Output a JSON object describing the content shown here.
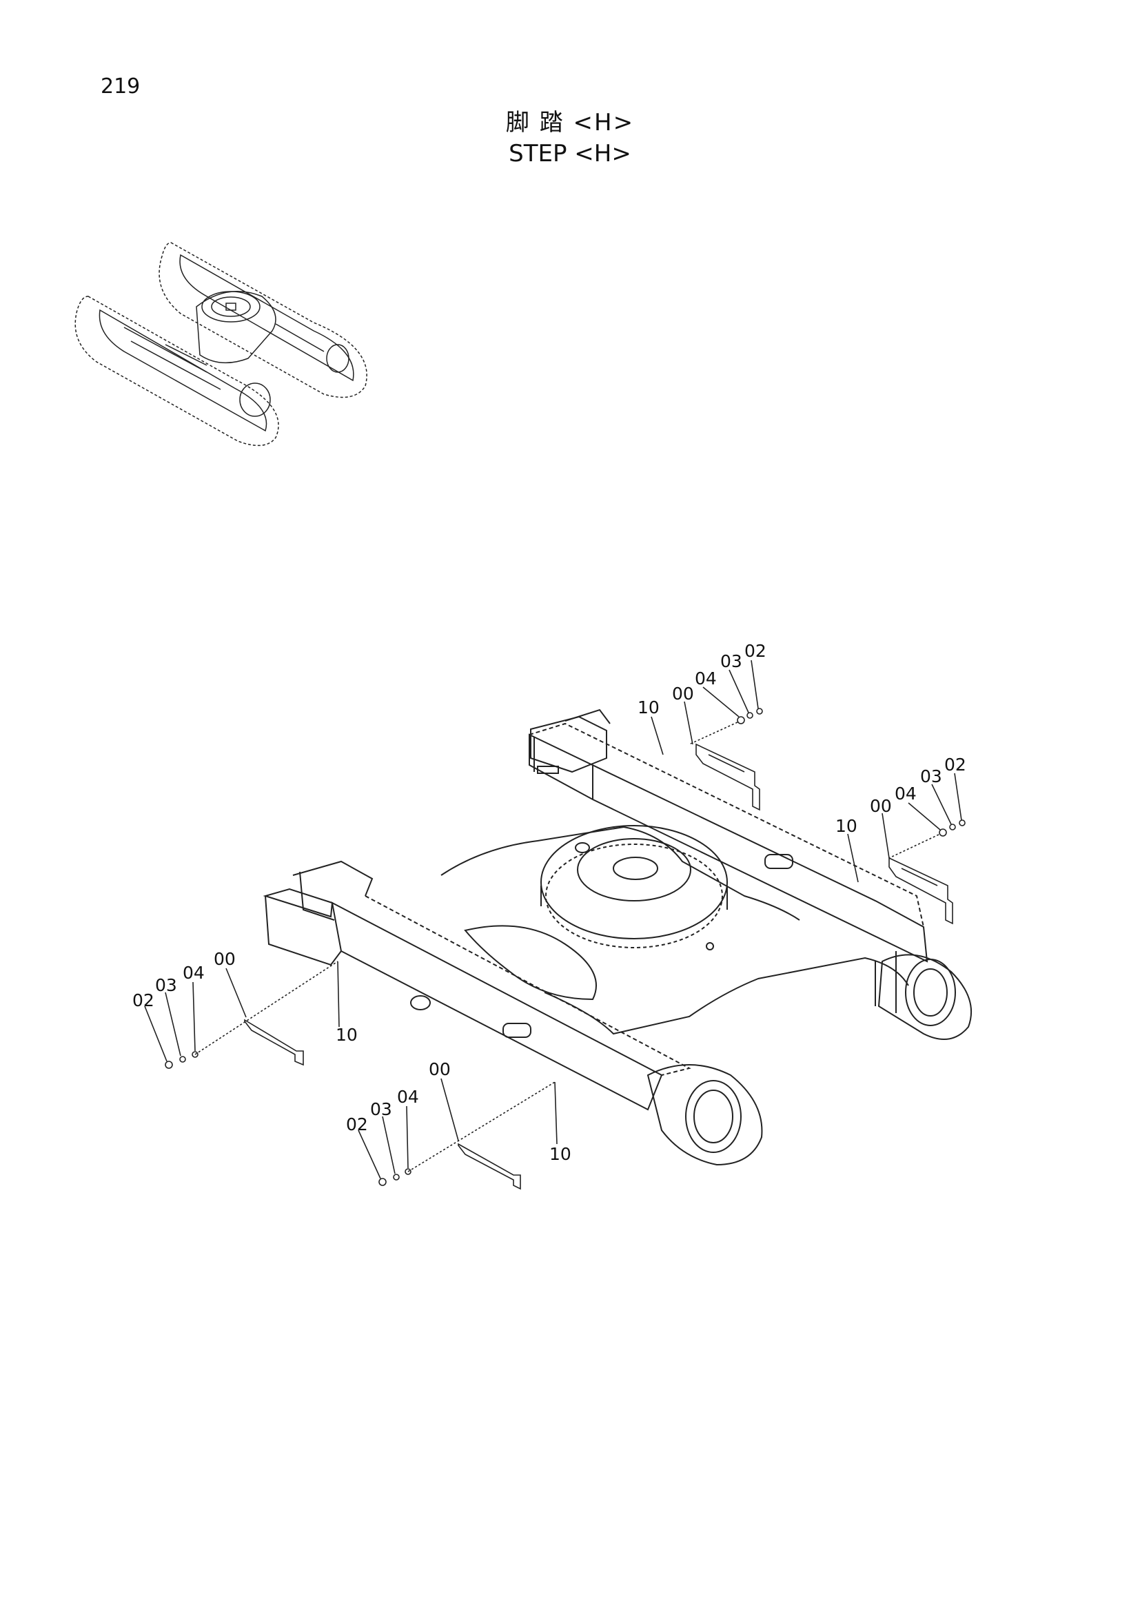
{
  "header": {
    "page_number": "219",
    "title_cn": "脚 踏 <H>",
    "title_en": "STEP <H>"
  },
  "callouts": {
    "c1": {
      "n00": "00",
      "n02": "02",
      "n03": "03",
      "n04": "04",
      "n10": "10"
    },
    "c2": {
      "n00": "00",
      "n02": "02",
      "n03": "03",
      "n04": "04",
      "n10": "10"
    },
    "c3": {
      "n00": "00",
      "n02": "02",
      "n03": "03",
      "n04": "04",
      "n10": "10"
    },
    "c4": {
      "n00": "00",
      "n02": "02",
      "n03": "03",
      "n04": "04",
      "n10": "10"
    }
  }
}
